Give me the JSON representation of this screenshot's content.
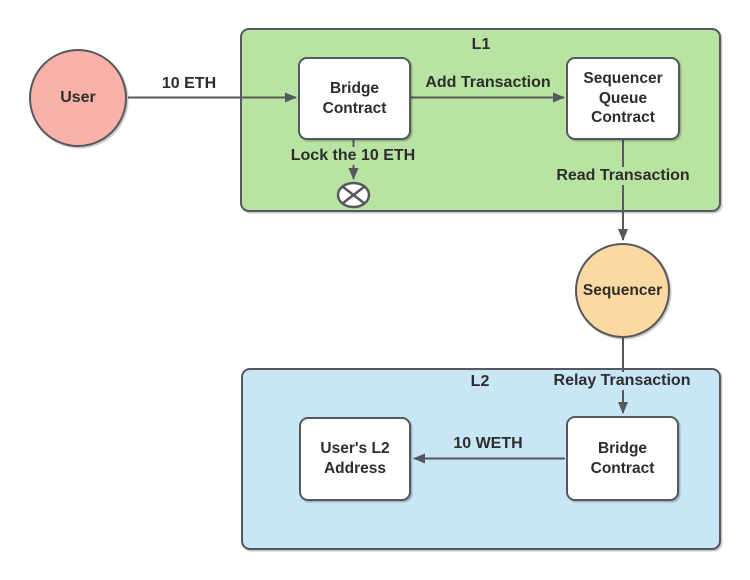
{
  "diagram": {
    "type": "flow-diagram",
    "topic": "L1 to L2 ETH bridge deposit flow",
    "colors": {
      "l1_fill": "#b9e3a2",
      "l2_fill": "#c9e6f7",
      "user_fill": "#f9b2a9",
      "sequencer_fill": "#fcd9a1",
      "node_fill": "#ffffff",
      "stroke": "#55585c",
      "text": "#2d2d2d",
      "background": "#ffffff"
    },
    "containers": {
      "l1": {
        "label": "L1"
      },
      "l2": {
        "label": "L2"
      }
    },
    "nodes": {
      "user": {
        "label": "User",
        "shape": "circle",
        "container": "none"
      },
      "l1_bridge": {
        "label": "Bridge Contract",
        "shape": "rect",
        "container": "L1"
      },
      "sequencer_queue": {
        "label": "Sequencer Queue Contract",
        "shape": "rect",
        "container": "L1"
      },
      "sequencer": {
        "label": "Sequencer",
        "shape": "circle",
        "container": "none"
      },
      "l2_bridge": {
        "label": "Bridge Contract",
        "shape": "rect",
        "container": "L2"
      },
      "l2_address": {
        "label": "User's L2 Address",
        "shape": "rect",
        "container": "L2"
      }
    },
    "edges": {
      "deposit": {
        "label": "10 ETH",
        "from": "user",
        "to": "l1_bridge"
      },
      "add_tx": {
        "label": "Add Transaction",
        "from": "l1_bridge",
        "to": "sequencer_queue"
      },
      "lock": {
        "label": "Lock the 10 ETH",
        "from": "l1_bridge",
        "to": "lock_terminator"
      },
      "read_tx": {
        "label": "Read Transaction",
        "from": "sequencer_queue",
        "to": "sequencer"
      },
      "relay_tx": {
        "label": "Relay Transaction",
        "from": "sequencer",
        "to": "l2_bridge"
      },
      "withdraw": {
        "label": "10 WETH",
        "from": "l2_bridge",
        "to": "l2_address"
      }
    },
    "icons": {
      "lock_terminator": "circle-x-terminator"
    }
  }
}
